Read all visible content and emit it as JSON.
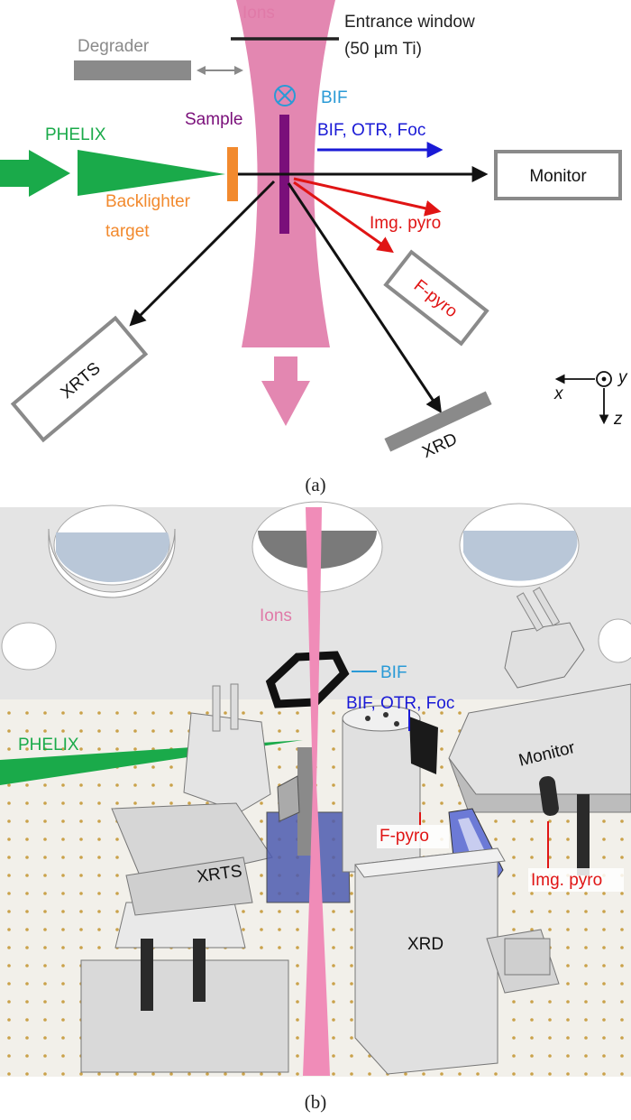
{
  "panel_a": {
    "labels": {
      "ions": "Ions",
      "entrance_window": "Entrance window",
      "entrance_window_material": "(50 µm Ti)",
      "degrader": "Degrader",
      "bif": "BIF",
      "sample": "Sample",
      "phelix": "PHELIX",
      "bif_otr_foc": "BIF, OTR, Foc",
      "monitor": "Monitor",
      "backlighter_1": "Backlighter",
      "backlighter_2": "target",
      "img_pyro": "Img. pyro",
      "f_pyro": "F-pyro",
      "xrts": "XRTS",
      "xrd": "XRD",
      "axis_x": "x",
      "axis_y": "y",
      "axis_z": "z"
    },
    "caption": "(a)"
  },
  "panel_b": {
    "labels": {
      "ions": "Ions",
      "bif": "BIF",
      "bif_otr_foc": "BIF, OTR, Foc",
      "phelix": "PHELIX",
      "monitor": "Monitor",
      "xrts": "XRTS",
      "f_pyro": "F-pyro",
      "img_pyro": "Img. pyro",
      "xrd": "XRD"
    },
    "caption": "(b)"
  },
  "colors": {
    "ions": "#e07aa8",
    "phelix": "#1aaa4a",
    "sample": "#7a0f7a",
    "backlighter": "#f28a2e",
    "blue": "#1a1ad6",
    "red": "#e01414",
    "bif": "#2a9ad6",
    "gray": "#8a8a8a"
  }
}
